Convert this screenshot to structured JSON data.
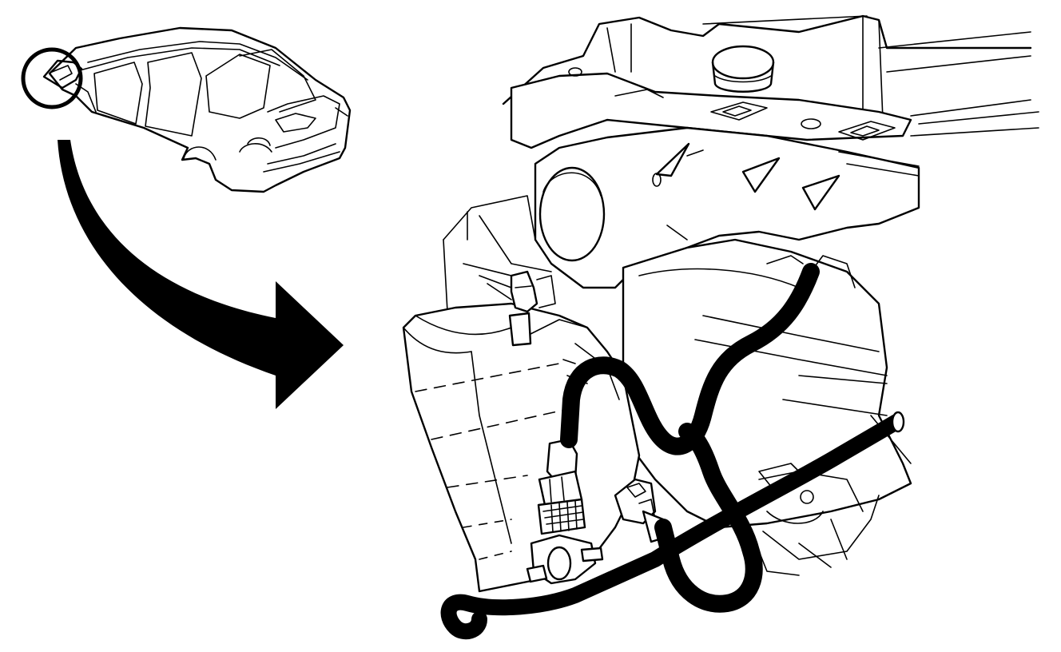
{
  "figure": {
    "type": "service-manual-line-drawing",
    "subject": "washer-fluid-reservoir-and-pump-location",
    "ink_color": "#000000",
    "background_color": "#ffffff"
  },
  "inset": {
    "depicts": "vehicle-body-shell-sedan",
    "locator": "circle-highlighting-left-front-corner"
  },
  "callout": {
    "depicts": "curved-arrow-pointing-to-detail-view"
  },
  "detail": {
    "components": [
      "washer-fluid-reservoir",
      "filler-neck-cap",
      "mounting-clip",
      "washer-pump",
      "electrical-connector",
      "wiring-harness-convoluted",
      "washer-hose",
      "front-frame-rail"
    ]
  }
}
